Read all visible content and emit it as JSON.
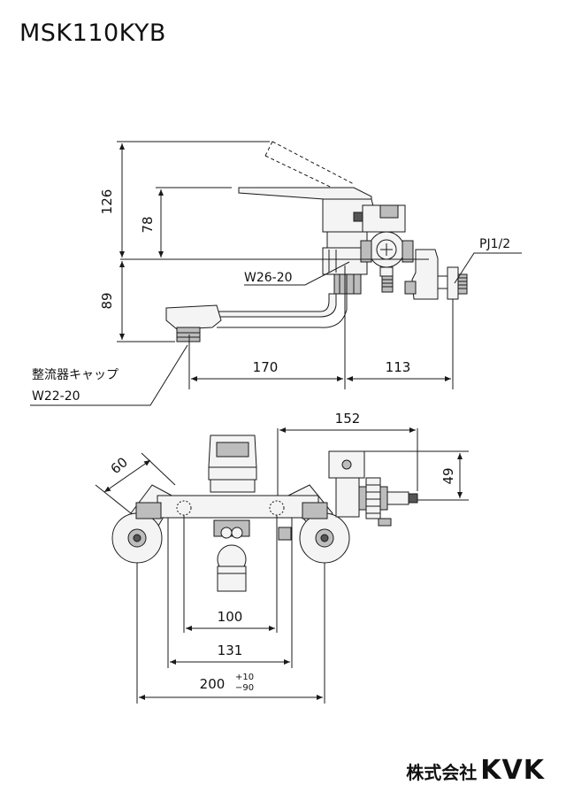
{
  "title": "MSK110KYB",
  "brand": {
    "prefix": "株式会社",
    "name": "KVK"
  },
  "side_view": {
    "dims": {
      "total_height": "126",
      "lever_height": "78",
      "spout_drop": "89",
      "spout_reach": "170",
      "body_depth": "113"
    },
    "labels": {
      "connector": "PJ1/2",
      "thread": "W26-20",
      "aerator_line1": "整流器キャップ",
      "aerator_line2": "W22-20"
    }
  },
  "front_view": {
    "dims": {
      "top_width": "152",
      "valve_height": "49",
      "angle_width": "60",
      "center_a": "100",
      "center_b": "131",
      "pitch": "200",
      "tol_plus": "+10",
      "tol_minus": "−90"
    }
  },
  "colors": {
    "line": "#1a1a1a",
    "body": "#f4f4f4",
    "shade": "#bdbdbd",
    "dark": "#555555"
  }
}
